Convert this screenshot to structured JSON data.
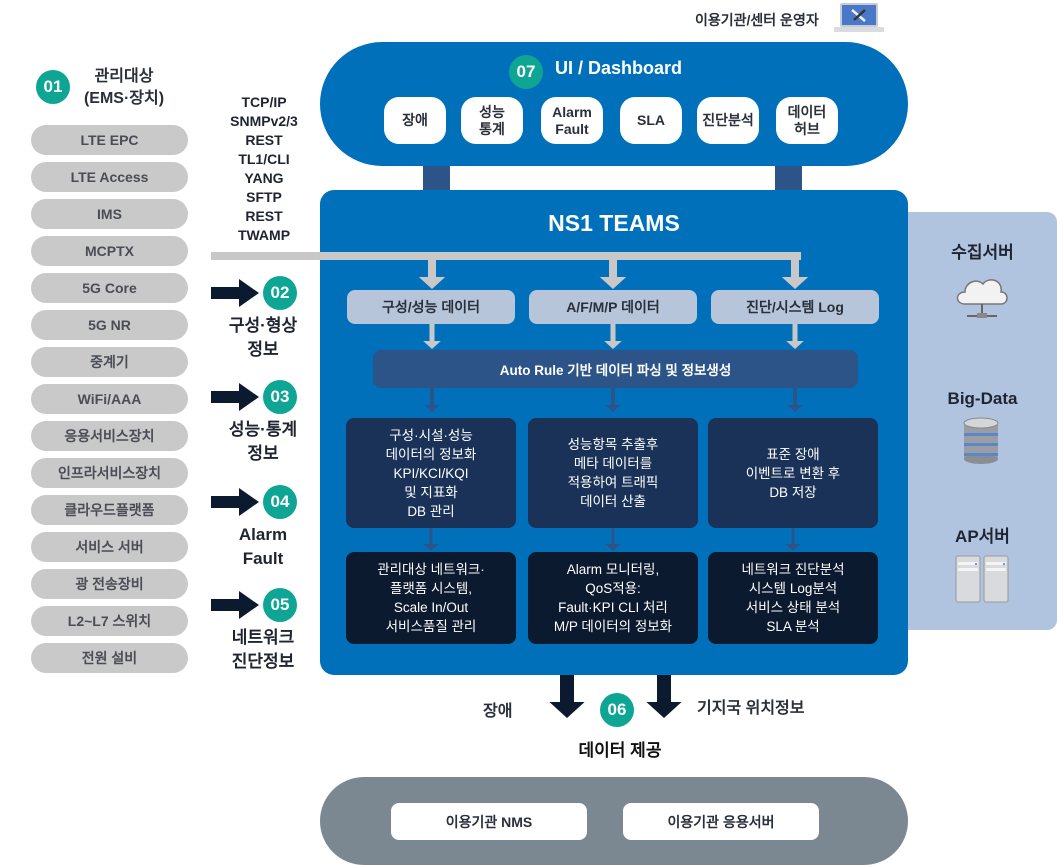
{
  "operator": {
    "label": "이용기관/센터 운영자",
    "icon": "laptop-tools-icon"
  },
  "dashboard": {
    "badge": "07",
    "title": "UI / Dashboard",
    "chips": [
      "장애",
      "성능\n통계",
      "Alarm\nFault",
      "SLA",
      "진단분석",
      "데이터\n허브"
    ]
  },
  "targets": {
    "badge": "01",
    "title_line1": "관리대상",
    "title_line2": "(EMS·장치)",
    "items": [
      "LTE EPC",
      "LTE Access",
      "IMS",
      "MCPTX",
      "5G Core",
      "5G NR",
      "중계기",
      "WiFi/AAA",
      "응용서비스장치",
      "인프라서비스장치",
      "클라우드플랫폼",
      "서비스 서버",
      "광 전송장비",
      "L2~L7 스위치",
      "전원 설비"
    ]
  },
  "protocols": [
    "TCP/IP",
    "SNMPv2/3",
    "REST",
    "TL1/CLI",
    "YANG",
    "SFTP",
    "REST",
    "TWAMP"
  ],
  "flows": [
    {
      "badge": "02",
      "line1": "구성·형상",
      "line2": "정보"
    },
    {
      "badge": "03",
      "line1": "성능·통계",
      "line2": "정보"
    },
    {
      "badge": "04",
      "line1": "Alarm",
      "line2": "Fault"
    },
    {
      "badge": "05",
      "line1": "네트워크",
      "line2": "진단정보"
    }
  ],
  "main": {
    "title": "NS1 TEAMS",
    "sources": [
      "구성/성능 데이터",
      "A/F/M/P 데이터",
      "진단/시스템 Log"
    ],
    "auto_rule": "Auto Rule 기반 데이터 파싱 및 정보생성",
    "process": [
      "구성·시설·성능\n데이터의 정보화\nKPI/KCI/KQI\n및 지표화\nDB 관리",
      "성능항목 추출후\n메타  데이터를\n적용하여 트래픽\n데이터  산출",
      "표준 장애\n이벤트로 변환 후\nDB 저장"
    ],
    "outputs": [
      "관리대상 네트워크·\n플랫폼 시스템,\nScale In/Out\n서비스품질 관리",
      "Alarm 모니터링,\nQoS적용:\nFault·KPI CLI 처리\nM/P 데이터의 정보화",
      "네트워크 진단분석\n시스템 Log분석\n서비스 상태 분석\nSLA 분석"
    ]
  },
  "servers": [
    {
      "label": "수집서버",
      "icon": "cloud-server-icon"
    },
    {
      "label": "Big-Data",
      "icon": "database-icon"
    },
    {
      "label": "AP서버",
      "icon": "server-rack-icon"
    }
  ],
  "provide": {
    "badge": "06",
    "left_label": "장애",
    "right_label": "기지국 위치정보",
    "title": "데이터 제공"
  },
  "consumers": [
    "이용기관 NMS",
    "이용기관 응용서버"
  ],
  "colors": {
    "primary_blue": "#0070bb",
    "teal_badge": "#0fa594",
    "navy": "#2d5488",
    "dark_navy": "#0b1a2e",
    "light_panel": "#b0c4e0",
    "gray_pill": "#7b8791"
  }
}
